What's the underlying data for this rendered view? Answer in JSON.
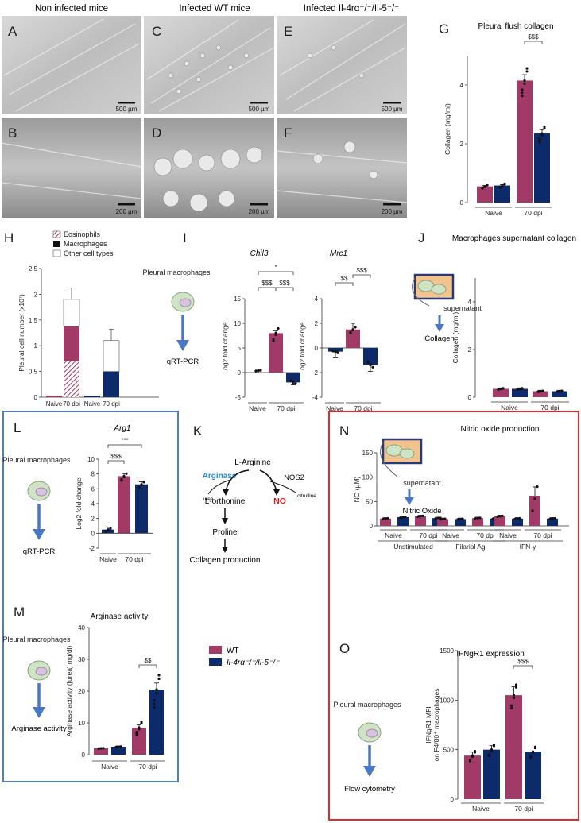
{
  "colors": {
    "wt": "#a13a67",
    "ko": "#0d2b6b",
    "blue_box": "#4f7ec7",
    "red_box": "#e02b2b",
    "arrow": "#4a77c6",
    "arginase_text": "#2e8ad1",
    "no_text": "#e01818"
  },
  "micro": {
    "headers": [
      "Non infected mice",
      "Infected WT mice",
      "Infected Il-4rα⁻/⁻/Il-5⁻/⁻"
    ],
    "panels": [
      {
        "letter": "A",
        "scale": "500 µm"
      },
      {
        "letter": "C",
        "scale": "500 µm"
      },
      {
        "letter": "E",
        "scale": "500 µm"
      },
      {
        "letter": "B",
        "scale": "200 µm"
      },
      {
        "letter": "D",
        "scale": "200 µm"
      },
      {
        "letter": "F",
        "scale": "200 µm"
      }
    ]
  },
  "G": {
    "letter": "G",
    "title": "Pleural flush collagen",
    "chart_data": {
      "type": "bar",
      "ylabel": "Collagen (mg/ml)",
      "ylim": [
        0,
        5
      ],
      "yticks": [
        "0",
        "2",
        "4"
      ],
      "groups": [
        "Naive",
        "70 dpi"
      ],
      "bars": [
        {
          "series": "WT",
          "value": 0.55,
          "err": 0.03
        },
        {
          "series": "KO",
          "value": 0.58,
          "err": 0.03
        },
        {
          "series": "WT",
          "value": 4.15,
          "err": 0.2
        },
        {
          "series": "KO",
          "value": 2.35,
          "err": 0.13
        }
      ],
      "significance": "$$$"
    }
  },
  "H": {
    "letter": "H",
    "legend": [
      "Eosinophils",
      "Macrophages",
      "Other cell types"
    ],
    "chart_data": {
      "type": "bar",
      "ylabel": "Pleural cell number (x10⁷)",
      "ylim": [
        0,
        2.5
      ],
      "yticks": [
        "0",
        "0,5",
        "1",
        "1,5",
        "2",
        "2,5"
      ],
      "categories": [
        "Naive",
        "70 dpi",
        "Naive",
        "70 dpi"
      ],
      "stacks": [
        {
          "eosinophils": 0.0,
          "macrophages": 0.03,
          "other": 0.0
        },
        {
          "eosinophils": 0.7,
          "macrophages": 0.68,
          "other": 0.52
        },
        {
          "eosinophils": 0.0,
          "macrophages": 0.03,
          "other": 0.0
        },
        {
          "eosinophils": 0.0,
          "macrophages": 0.5,
          "other": 0.6
        }
      ]
    }
  },
  "I": {
    "letter": "I",
    "side_label": "Pleural macrophages",
    "method": "qRT-PCR",
    "charts": [
      {
        "gene": "Chil3",
        "ylabel": "Log2 fold change",
        "ylim": [
          -5,
          15
        ],
        "yticks": [
          "-5",
          "0",
          "5",
          "10",
          "15"
        ],
        "values": [
          0,
          8,
          -2
        ],
        "groups": [
          "Naive",
          "70 dpi"
        ],
        "sig": [
          "*",
          "$$$",
          "$$$"
        ]
      },
      {
        "gene": "Mrc1",
        "ylabel": "Log2 fold change",
        "ylim": [
          -4,
          4
        ],
        "yticks": [
          "-4",
          "-2",
          "0",
          "2",
          "4"
        ],
        "values": [
          -0.3,
          1.5,
          -1.4
        ],
        "groups": [
          "Naive",
          "70 dpi"
        ],
        "sig": [
          "$$",
          "$$$"
        ]
      }
    ]
  },
  "J": {
    "letter": "J",
    "title": "Macrophages supernatant collagen",
    "supernatant": "supernatant",
    "product": "Collagen",
    "chart_data": {
      "type": "bar",
      "ylabel": "Collagen (mg/ml)",
      "ylim": [
        0,
        5
      ],
      "yticks": [
        "0",
        "2",
        "4"
      ],
      "groups": [
        "Naive",
        "70 dpi"
      ],
      "values": [
        0.35,
        0.35,
        0.25,
        0.25
      ]
    }
  },
  "L": {
    "letter": "L",
    "side_label": "Pleural macrophages",
    "method": "qRT-PCR",
    "gene": "Arg1",
    "chart_data": {
      "type": "bar",
      "ylabel": "Log2 fold change",
      "ylim": [
        -2,
        10
      ],
      "yticks": [
        "-2",
        "0",
        "2",
        "4",
        "6",
        "8",
        "10"
      ],
      "values": [
        0.5,
        7.7,
        6.6
      ],
      "groups": [
        "Naive",
        "70 dpi"
      ],
      "sig": [
        "***",
        "$$$"
      ]
    }
  },
  "K": {
    "letter": "K",
    "nodes": {
      "arginine": "L-Arginine",
      "arginase": "Arginase",
      "nos2": "NOS2",
      "urea": "urea",
      "citrulline": "citrulline",
      "ornithine": "L-orthonine",
      "no": "NO",
      "proline": "Proline",
      "collagen": "Collagen production"
    }
  },
  "M": {
    "letter": "M",
    "title": "Arginase activity",
    "side_label": "Pleural macrophages",
    "method": "Arginase activity",
    "chart_data": {
      "type": "bar",
      "ylabel": "Arginase activity ([urea] mg/dl)",
      "ylim": [
        0,
        40
      ],
      "yticks": [
        "0",
        "10",
        "20",
        "30",
        "40"
      ],
      "groups": [
        "Naive",
        "70 dpi"
      ],
      "values": [
        2,
        2.5,
        8.5,
        20.5
      ],
      "sig": "$$"
    }
  },
  "legend": {
    "wt": "WT",
    "ko": "Il-4rα⁻/⁻/Il-5⁻/⁻"
  },
  "N": {
    "letter": "N",
    "title": "Nitric oxide production",
    "supernatant": "supernatant",
    "product": "Nitric Oxide",
    "chart_data": {
      "type": "bar",
      "ylabel": "NO (µM)",
      "ylim": [
        0,
        150
      ],
      "yticks": [
        "0",
        "50",
        "100",
        "150"
      ],
      "groups": [
        "Naive",
        "70 dpi",
        "Naive",
        "70 dpi",
        "Naive",
        "70 dpi"
      ],
      "conditions": [
        "Unstimulated",
        "Filarial Ag",
        "IFN-γ"
      ],
      "values": [
        15,
        18,
        20,
        16,
        14,
        14,
        16,
        15,
        20,
        15,
        62,
        15
      ]
    }
  },
  "O": {
    "letter": "O",
    "title": "IFNgR1 expression",
    "side_label": "Pleural macrophages",
    "method": "Flow cytometry",
    "chart_data": {
      "type": "bar",
      "ylabel": "IFNgR1 MFI",
      "ylabel2": "on F4/80⁺ macrophages",
      "ylim": [
        0,
        1500
      ],
      "yticks": [
        "0",
        "500",
        "1000",
        "1500"
      ],
      "groups": [
        "Naive",
        "70 dpi"
      ],
      "values": [
        440,
        500,
        1050,
        480
      ],
      "sig": "$$$"
    }
  }
}
